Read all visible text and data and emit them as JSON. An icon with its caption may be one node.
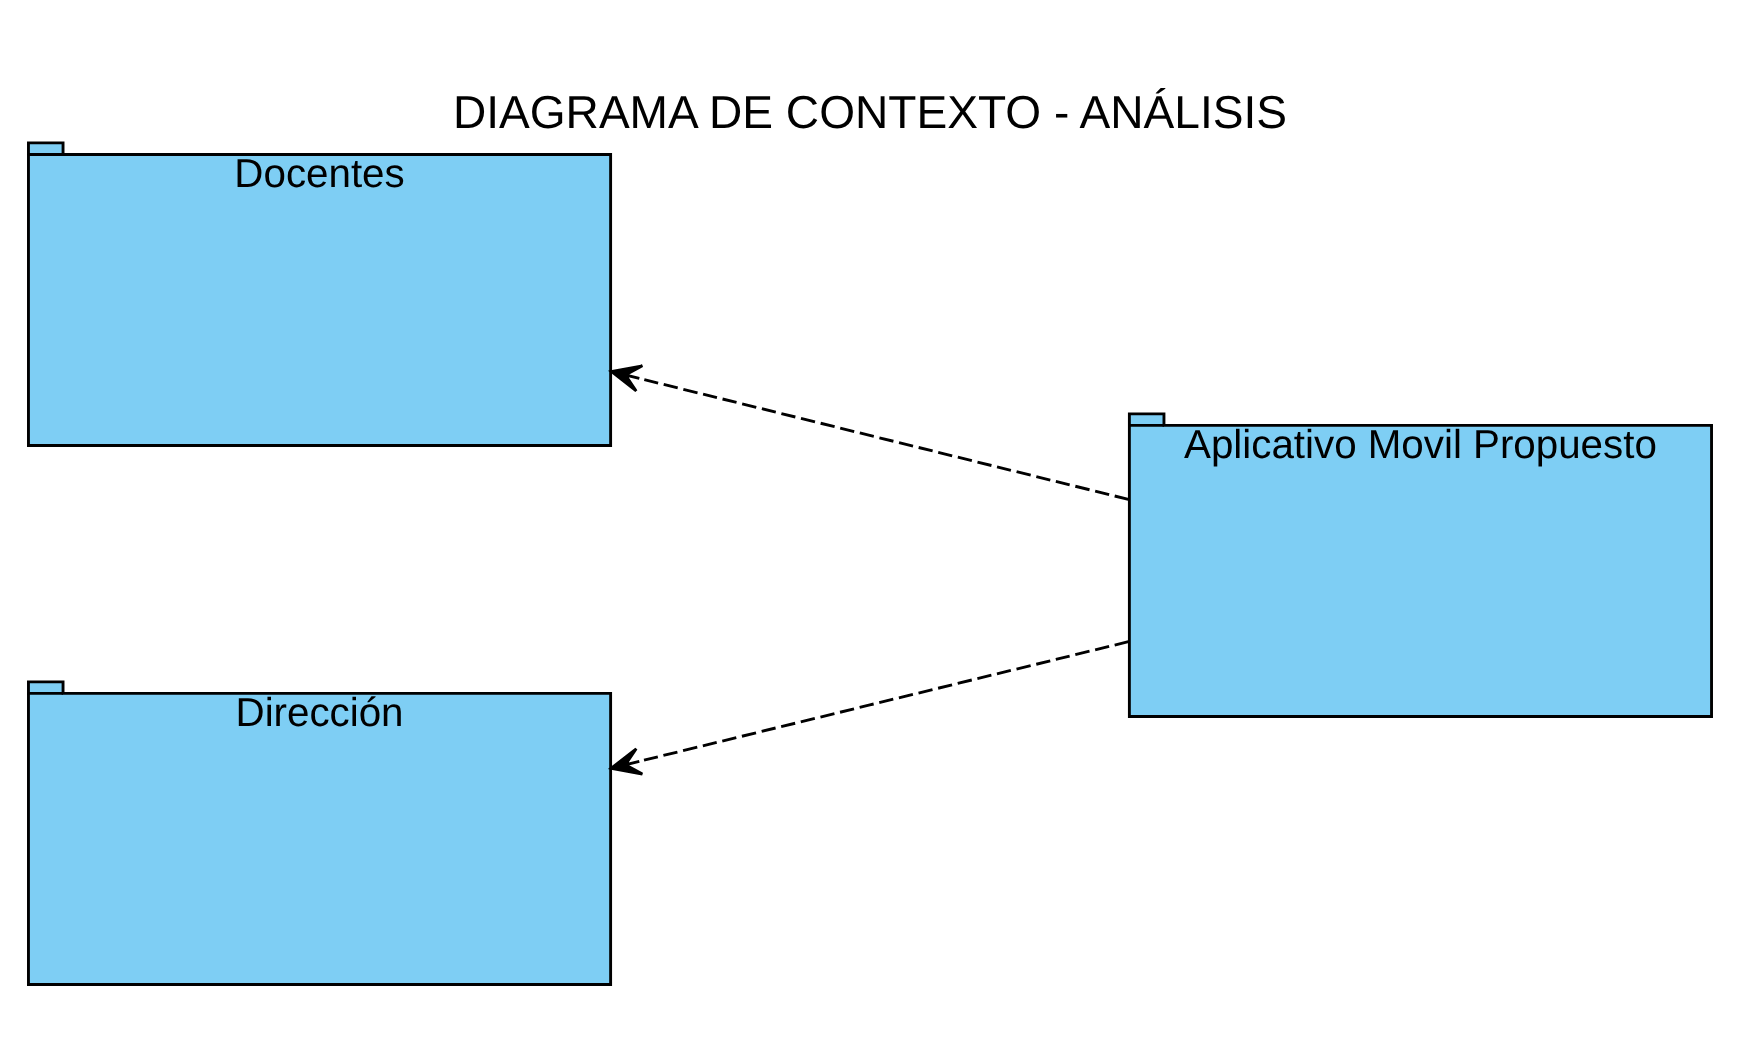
{
  "diagram": {
    "title": "DIAGRAMA DE CONTEXTO - ANÁLISIS",
    "nodes": [
      {
        "text": [
          "Docentes"
        ]
      },
      {
        "text": [
          "Dirección"
        ]
      },
      {
        "text": [
          "Aplicativo Movil Propuesto"
        ]
      }
    ],
    "edges": [
      {
        "from": 2,
        "to": 0,
        "arrow": "to",
        "style": "dashed"
      },
      {
        "from": 2,
        "to": 1,
        "arrow": "to",
        "style": "dashed"
      }
    ]
  }
}
